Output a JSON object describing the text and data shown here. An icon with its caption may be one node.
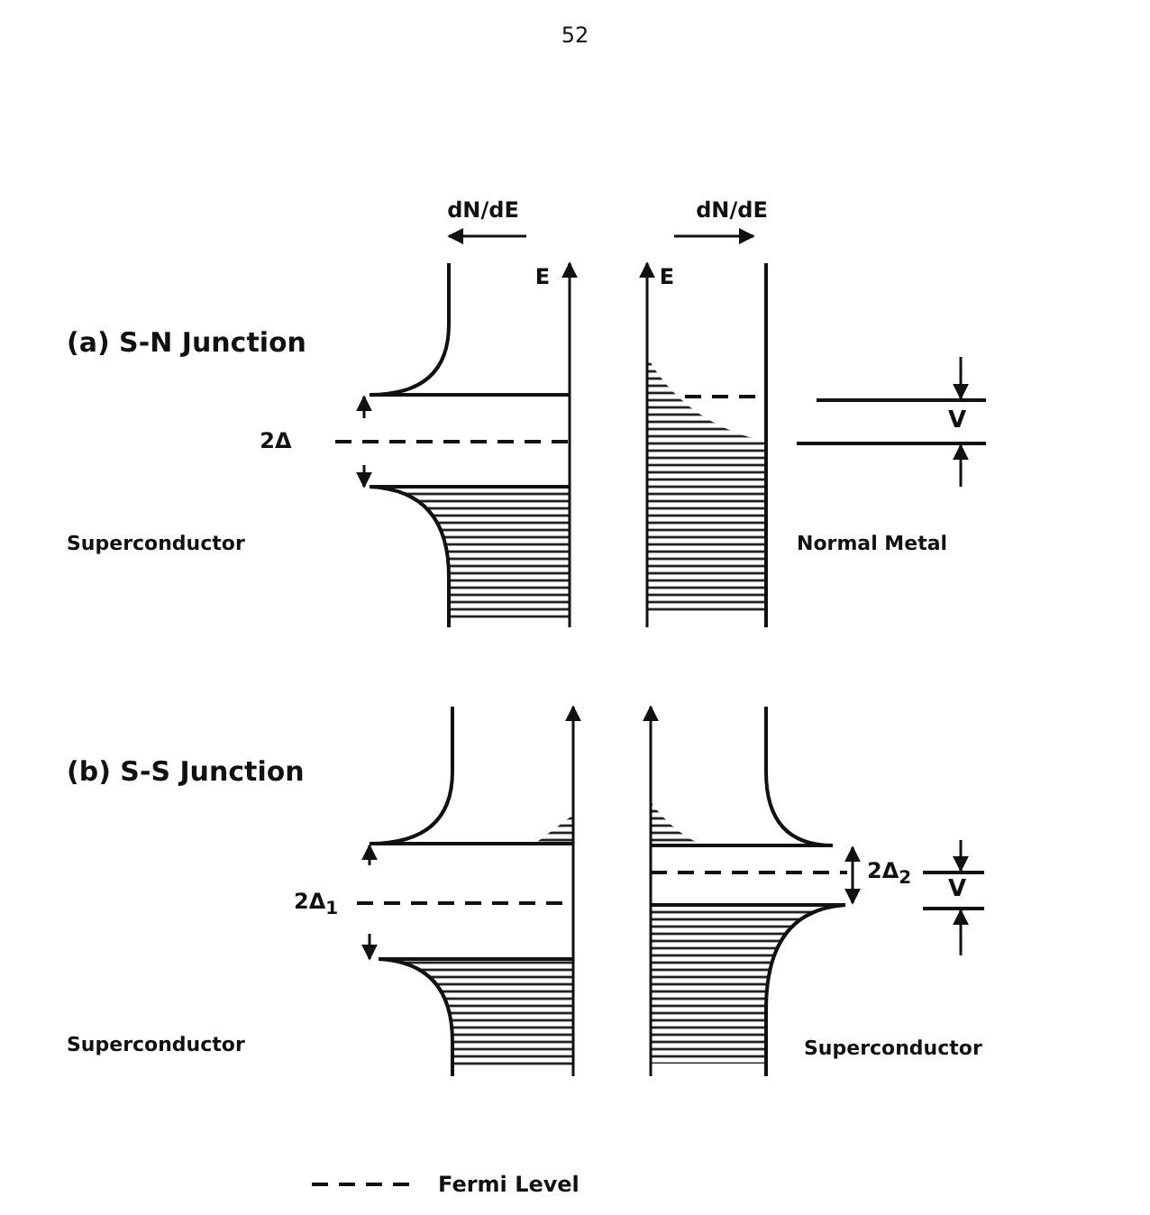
{
  "diagram": {
    "labels": [
      "52",
      "dN/dE",
      "dN/dE",
      "E",
      "E",
      "(a) S-N Junction",
      "2Δ",
      "V",
      "Superconductor",
      "Normal Metal",
      "(b) S-S Junction",
      "2Δ$_{1}$",
      "2Δ$_{2}$",
      "V",
      "Superconductor",
      "Superconductor"
    ],
    "legend": [
      {
        "text": "Fermi Level"
      }
    ]
  }
}
